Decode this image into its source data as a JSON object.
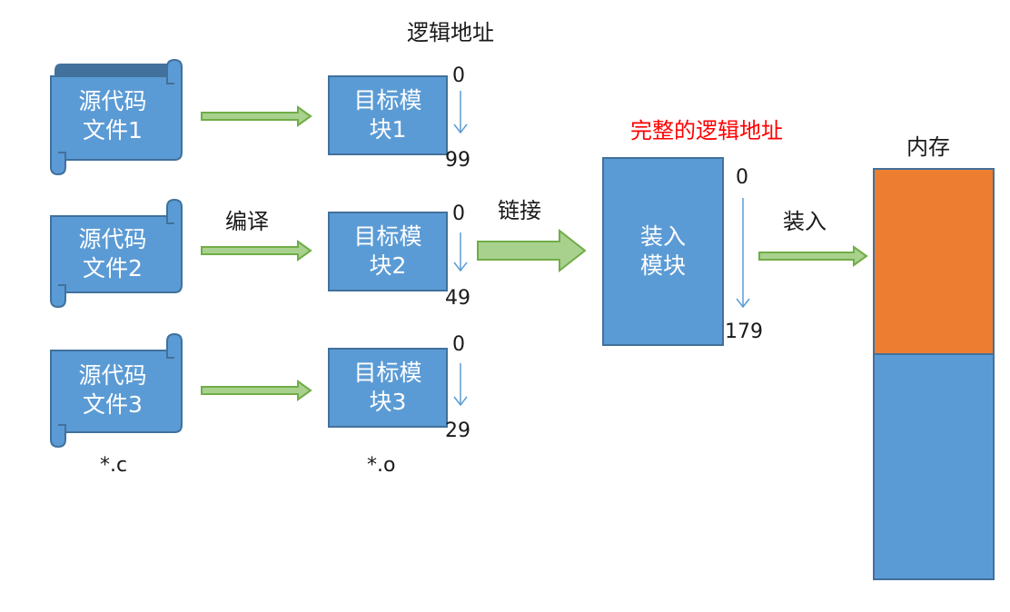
{
  "title": "逻辑地址",
  "source_files": [
    {
      "line1": "源代码",
      "line2": "文件1"
    },
    {
      "line1": "源代码",
      "line2": "文件2"
    },
    {
      "line1": "源代码",
      "line2": "文件3"
    }
  ],
  "object_modules": [
    {
      "line1": "目标模",
      "line2": "块1",
      "start": "0",
      "end": "99"
    },
    {
      "line1": "目标模",
      "line2": "块2",
      "start": "0",
      "end": "49"
    },
    {
      "line1": "目标模",
      "line2": "块3",
      "start": "0",
      "end": "29"
    }
  ],
  "compile_label": "编译",
  "link_label": "链接",
  "full_logical_title": "完整的逻辑地址",
  "load_module": {
    "line1": "装入",
    "line2": "模块",
    "start": "0",
    "end": "179"
  },
  "load_label": "装入",
  "memory_title": "内存",
  "source_ext": "*.c",
  "object_ext": "*.o",
  "colors": {
    "box_fill": "#5b9bd5",
    "box_stroke": "#41719c",
    "arrow_fill": "#a9d18e",
    "arrow_stroke": "#70ad47",
    "memory_used": "#ed7d31",
    "memory_free": "#5b9bd5",
    "highlight_text": "#ff0000"
  }
}
